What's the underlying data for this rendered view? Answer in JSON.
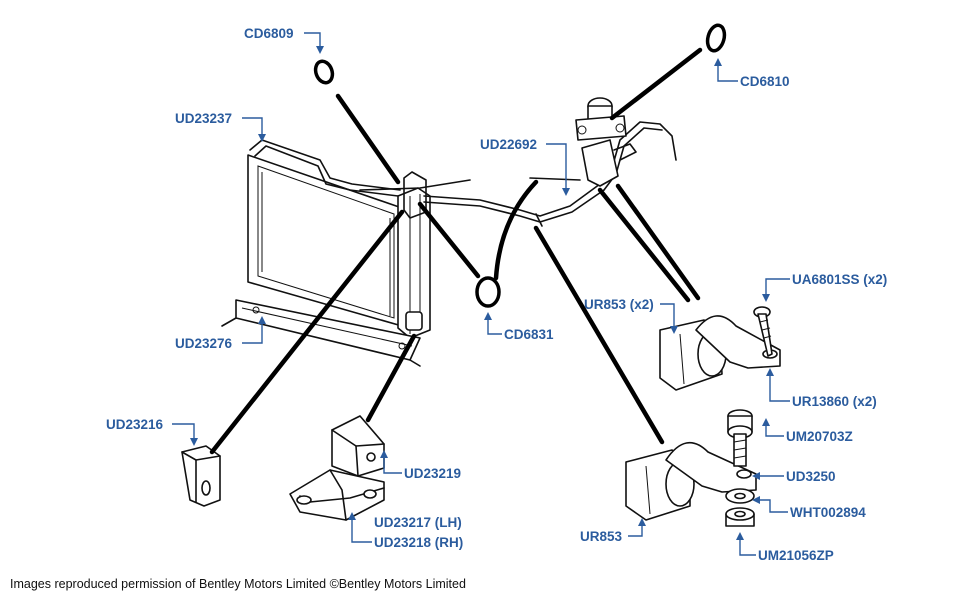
{
  "labels": {
    "cd6809": "CD6809",
    "cd6810": "CD6810",
    "ud23237": "UD23237",
    "ud22692": "UD22692",
    "ua6801ss": "UA6801SS (x2)",
    "ur853x2": "UR853 (x2)",
    "cd6831": "CD6831",
    "ud23276": "UD23276",
    "ur13860": "UR13860 (x2)",
    "ud23216": "UD23216",
    "um20703z": "UM20703Z",
    "ud3250": "UD3250",
    "ud23219": "UD23219",
    "wht002894": "WHT002894",
    "ud23217": "UD23217 (LH)",
    "ud23218": "UD23218 (RH)",
    "ur853": "UR853",
    "um21056zp": "UM21056ZP"
  },
  "credit": "Images reproduced permission of Bentley Motors Limited ©Bentley Motors Limited",
  "colors": {
    "label": "#2b5c9e",
    "ink": "#111111"
  }
}
